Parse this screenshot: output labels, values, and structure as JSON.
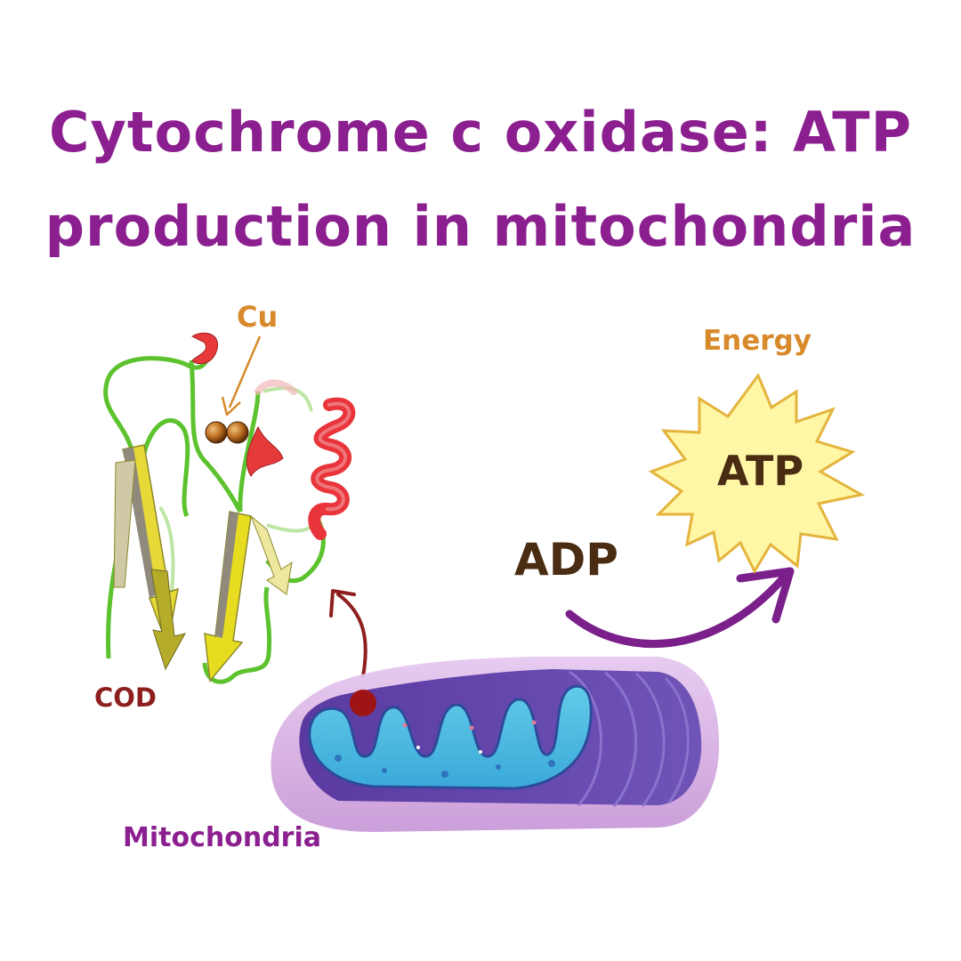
{
  "title": {
    "line1": "Cytochrome c oxidase: ATP",
    "line2": "production  in mitochondria"
  },
  "labels": {
    "cu": "Cu",
    "cod": "COD",
    "mitochondria": "Mitochondria",
    "energy": "Energy",
    "atp": "ATP",
    "adp": "ADP"
  },
  "colors": {
    "title": "#8b1f8f",
    "cu": "#d8892a",
    "cod": "#8e1f1f",
    "mitochondria": "#8b1f8f",
    "energy": "#d8892a",
    "atp_text": "#4a2c12",
    "adp": "#4a2c12",
    "star_fill": "#fff6a6",
    "star_stroke": "#e4b43c",
    "curved_arrow": "#7b1f8a",
    "small_arrow": "#8e1f1f"
  }
}
